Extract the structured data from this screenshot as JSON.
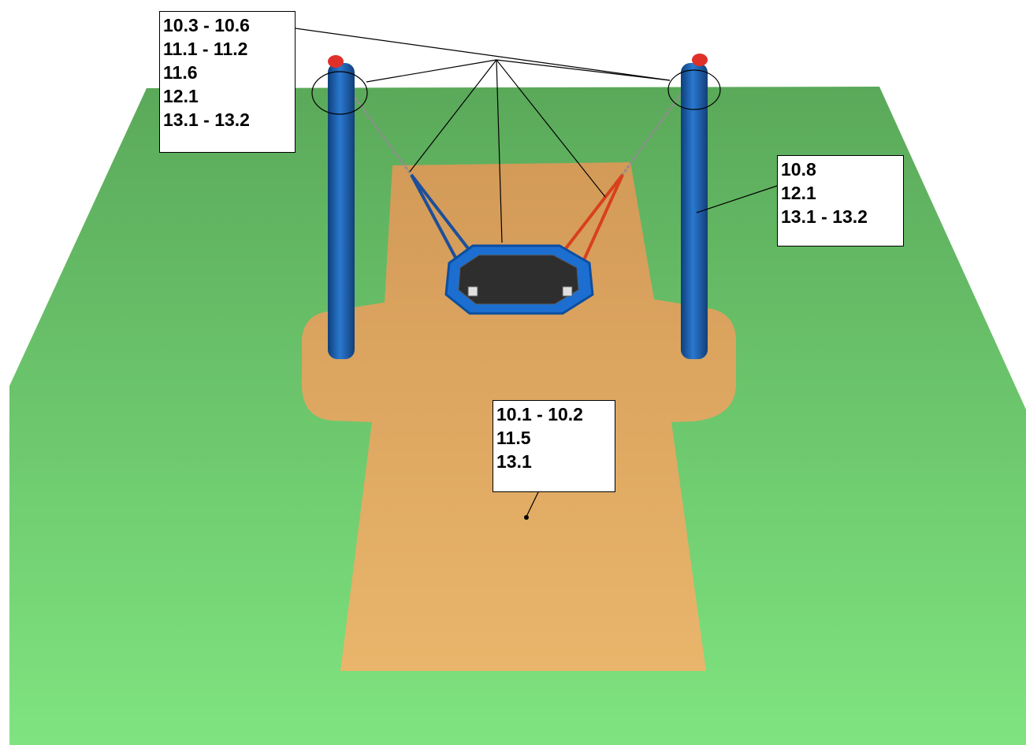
{
  "colors": {
    "grass_far": "#5aa95a",
    "grass_near": "#7fe47f",
    "surfacing_far": "#d39a58",
    "surfacing_near": "#e9b56b",
    "post": "#1f64b4",
    "post_cap": "#e0302a",
    "seat_frame": "#1c6fd0",
    "seat_net": "#2e2e2e",
    "rope_left": "#1d4f9a",
    "rope_right": "#d9401c",
    "chain": "#9a9a9a"
  },
  "callouts": {
    "top_left": {
      "lines": [
        "10.3 - 10.6",
        "11.1 - 11.2",
        "11.6",
        "12.1",
        "13.1 - 13.2"
      ]
    },
    "right_post": {
      "lines": [
        "10.8",
        "12.1",
        "13.1 - 13.2"
      ]
    },
    "surfacing": {
      "lines": [
        "10.1 - 10.2",
        "11.5",
        "13.1"
      ]
    }
  }
}
